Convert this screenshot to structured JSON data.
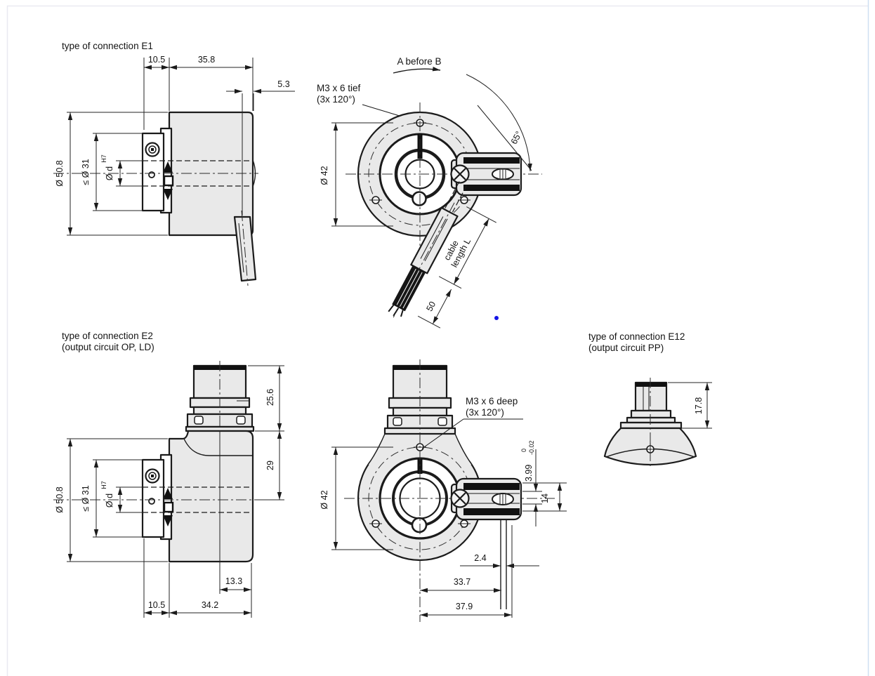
{
  "drawing": {
    "e1_side": {
      "title": "type of connection E1",
      "dim_front": "10.5",
      "dim_body": "35.8",
      "dim_cable_offset": "5.3",
      "dim_outer": "Ø 50.8",
      "dim_hub": "≤ Ø 31",
      "dim_shaft": "Ø d",
      "shaft_tol": "H7"
    },
    "e1_front": {
      "note_rotation": "A before B",
      "note_screw_1": "M3 x 6 tief",
      "note_screw_2": "(3x 120°)",
      "dim_pitch": "Ø 42",
      "dim_angle": "65°",
      "cable_label_1": "cable",
      "cable_label_2": "length L",
      "dim_stub": "50"
    },
    "e2_side": {
      "title_1": "type of connection E2",
      "title_2": "(output circuit OP, LD)",
      "dim_connector": "25.6",
      "dim_top": "29",
      "dim_outer": "Ø 50.8",
      "dim_hub": "≤ Ø 31",
      "dim_shaft": "Ø d",
      "shaft_tol": "H7",
      "dim_axis": "13.3",
      "dim_front": "10.5",
      "dim_body": "34.2"
    },
    "e2_front": {
      "note_screw_1": "M3 x 6 deep",
      "note_screw_2": "(3x 120°)",
      "dim_pitch": "Ø 42",
      "dim_key": "3.99",
      "key_tol_up": "0",
      "key_tol_low": "-0.02",
      "dim_block": "14",
      "dim_wires": "2.4",
      "dim_hole_right": "33.7",
      "dim_edge_right": "37.9"
    },
    "e12_side": {
      "title_1": "type of connection E12",
      "title_2": "(output circuit PP)",
      "dim_connector": "17.8"
    }
  }
}
